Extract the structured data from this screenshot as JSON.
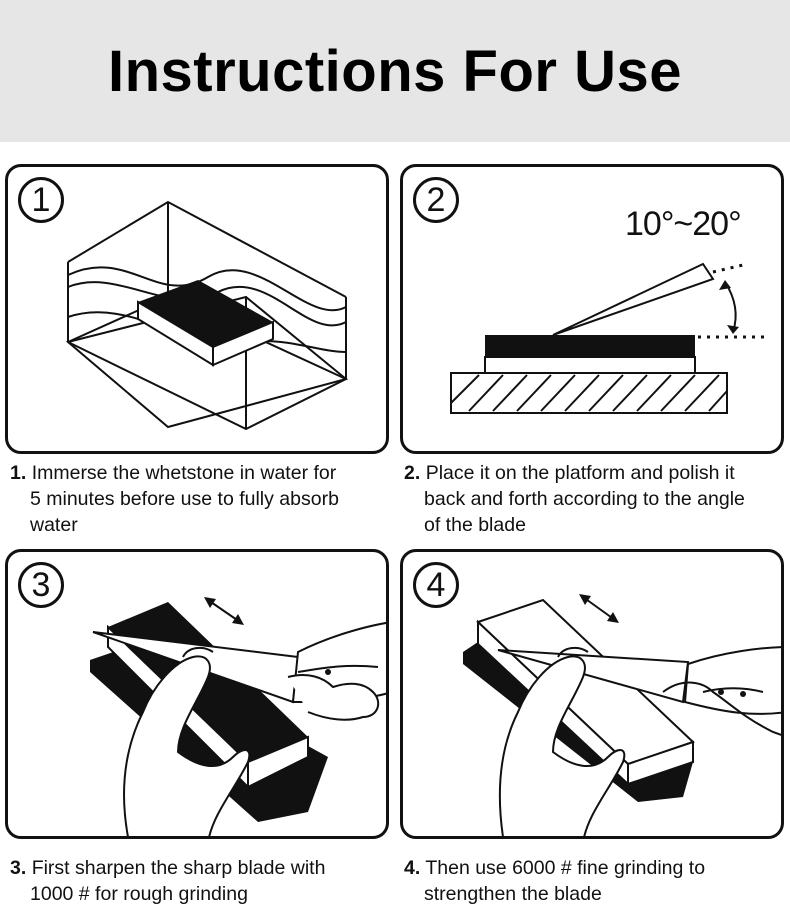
{
  "header": {
    "title": "Instructions For Use"
  },
  "steps": [
    {
      "badge": "1",
      "step_number": "1.",
      "line1": "Immerse the whetstone in water for",
      "line2": "5 minutes before use to fully absorb",
      "line3": "water"
    },
    {
      "badge": "2",
      "angle_label": "10°~20°",
      "step_number": "2.",
      "line1": "Place it on the platform and polish it",
      "line2": "back and forth according to the angle",
      "line3": "of the blade"
    },
    {
      "badge": "3",
      "step_number": "3.",
      "line1": "First sharpen the sharp blade with",
      "line2": "1000 # for rough grinding"
    },
    {
      "badge": "4",
      "step_number": "4.",
      "line1": "Then use 6000 # fine grinding to",
      "line2": "strengthen the blade"
    }
  ],
  "colors": {
    "header_bg": "#e6e6e6",
    "stroke": "#111111"
  }
}
